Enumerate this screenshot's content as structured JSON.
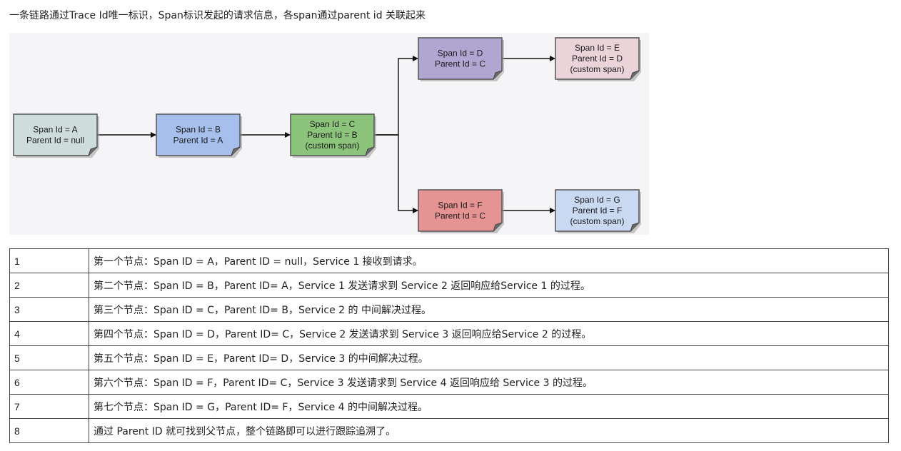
{
  "intro_text": "一条链路通过Trace Id唯一标识，Span标识发起的请求信息，各span通过parent id 关联起来",
  "diagram": {
    "nodes": [
      {
        "id": "A",
        "lines": [
          "Span Id = A",
          "Parent Id = null"
        ],
        "fill": "#cfdcdc"
      },
      {
        "id": "B",
        "lines": [
          "Span Id = B",
          "Parent Id = A"
        ],
        "fill": "#a7bfec"
      },
      {
        "id": "C",
        "lines": [
          "Span Id = C",
          "Parent Id = B",
          "(custom span)"
        ],
        "fill": "#8dc47c"
      },
      {
        "id": "D",
        "lines": [
          "Span Id = D",
          "Parent Id = C"
        ],
        "fill": "#b1a6d2"
      },
      {
        "id": "E",
        "lines": [
          "Span Id = E",
          "Parent Id = D",
          "(custom span)"
        ],
        "fill": "#ebd3da"
      },
      {
        "id": "F",
        "lines": [
          "Span Id = F",
          "Parent Id = C"
        ],
        "fill": "#e59393"
      },
      {
        "id": "G",
        "lines": [
          "Span Id = G",
          "Parent Id = F",
          "(custom span)"
        ],
        "fill": "#c9d9f2"
      }
    ],
    "edges": [
      [
        "A",
        "B"
      ],
      [
        "B",
        "C"
      ],
      [
        "C",
        "D"
      ],
      [
        "D",
        "E"
      ],
      [
        "C",
        "F"
      ],
      [
        "F",
        "G"
      ]
    ]
  },
  "table": {
    "rows": [
      {
        "num": "1",
        "text": "第一个节点：Span ID = A，Parent ID = null，Service 1 接收到请求。"
      },
      {
        "num": "2",
        "text": "第二个节点：Span ID = B，Parent ID= A，Service 1 发送请求到 Service 2 返回响应给Service 1 的过程。"
      },
      {
        "num": "3",
        "text": "第三个节点：Span ID = C，Parent ID= B，Service 2 的 中间解决过程。"
      },
      {
        "num": "4",
        "text": "第四个节点：Span ID = D，Parent ID= C，Service 2 发送请求到 Service 3 返回响应给Service 2 的过程。"
      },
      {
        "num": "5",
        "text": "第五个节点：Span ID = E，Parent ID= D，Service 3 的中间解决过程。"
      },
      {
        "num": "6",
        "text": "第六个节点：Span ID = F，Parent ID= C，Service 3 发送请求到 Service 4 返回响应给 Service 3 的过程。"
      },
      {
        "num": "7",
        "text": "第七个节点：Span ID = G，Parent ID= F，Service 4 的中间解决过程。"
      },
      {
        "num": "8",
        "text": "通过 Parent ID 就可找到父节点，整个链路即可以进行跟踪追溯了。"
      }
    ]
  }
}
